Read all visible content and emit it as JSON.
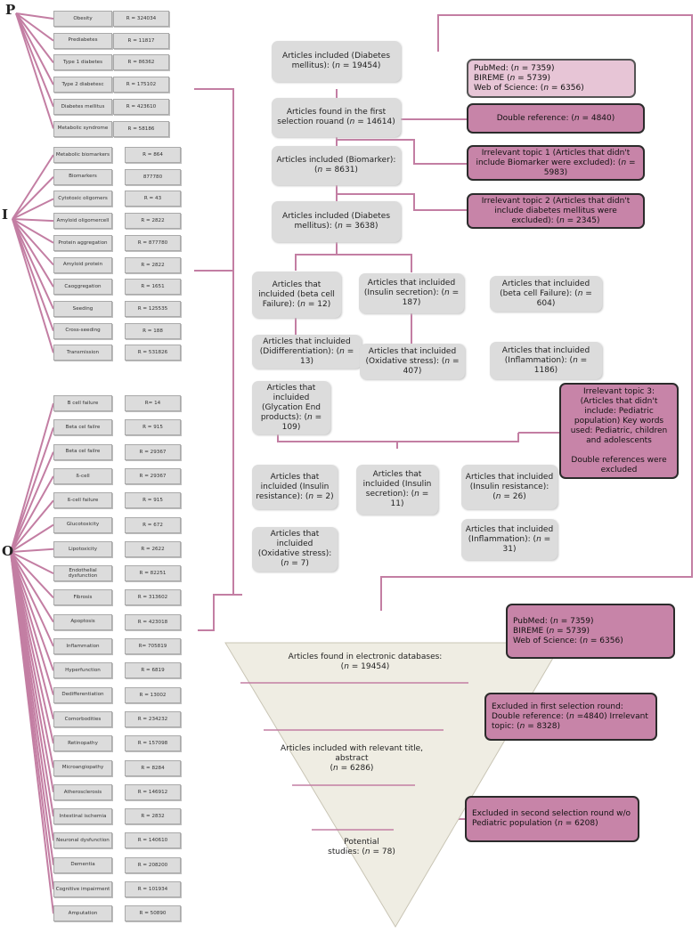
{
  "section_letters": {
    "p": "P",
    "i": "I",
    "o": "O"
  },
  "terms": [
    {
      "term": "Obesity",
      "count": "R = 324034"
    },
    {
      "term": "Prediabetes",
      "count": "R = 11817"
    },
    {
      "term": "Type 1 diabetes",
      "count": "R = 86362"
    },
    {
      "term": "Type 2 diabetesc",
      "count": "R = 175102"
    },
    {
      "term": "Diabetes mellitus",
      "count": "R = 423610"
    },
    {
      "term": "Metabolic syndrome",
      "count": "R = 58186"
    },
    {
      "term": "Metabolic biomarkers",
      "count": "R = 864"
    },
    {
      "term": "Biomarkers",
      "count": "877780"
    },
    {
      "term": "Cytotoxic oligomers",
      "count": "R = 43"
    },
    {
      "term": "Amyloid oligomercell",
      "count": "R = 2822"
    },
    {
      "term": "Protein aggregation",
      "count": "R = 877780"
    },
    {
      "term": "Amyloid protein",
      "count": "R = 2822"
    },
    {
      "term": "Caoggregation",
      "count": "R = 1651"
    },
    {
      "term": "Seeding",
      "count": "R = 125535"
    },
    {
      "term": "Cross-seeding",
      "count": "R = 188"
    },
    {
      "term": "Transmission",
      "count": "R = 531826"
    },
    {
      "term": "B cell failure",
      "count": "R= 14"
    },
    {
      "term": "Beta cel failre",
      "count": "R = 915"
    },
    {
      "term": "Beta cel failre",
      "count": "R = 29367"
    },
    {
      "term": "ß-cell",
      "count": "R = 29367"
    },
    {
      "term": "ß-cell failure",
      "count": "R = 915"
    },
    {
      "term": "Glucotoxicity",
      "count": "R = 672"
    },
    {
      "term": "Lipotoxicity",
      "count": "R = 2622"
    },
    {
      "term": "Endothelial dysfunction",
      "count": "R = 82251"
    },
    {
      "term": "Fibrosis",
      "count": "R = 313602"
    },
    {
      "term": "Apoptosis",
      "count": "R = 423018"
    },
    {
      "term": "Inflammation",
      "count": "R= 705819"
    },
    {
      "term": "Hyperfunction",
      "count": "R = 6819"
    },
    {
      "term": "Dedifferentiation",
      "count": "R = 13002"
    },
    {
      "term": "Comorbodities",
      "count": "R = 234232"
    },
    {
      "term": "Retinopathy",
      "count": "R = 157098"
    },
    {
      "term": "Microangiopathy",
      "count": "R = 8284"
    },
    {
      "term": "Atherosclerosis",
      "count": "R = 146912"
    },
    {
      "term": "Intestinal ischemia",
      "count": "R = 2832"
    },
    {
      "term": "Neuronal dysfunction",
      "count": "R = 140610"
    },
    {
      "term": "Dementia",
      "count": "R = 208200"
    },
    {
      "term": "Cognitive impairment",
      "count": "R = 101934"
    },
    {
      "term": "Amputation",
      "count": "R = 50890"
    }
  ],
  "flow": {
    "s1a": "Articles included (Diabetes mellitus): (",
    "s1b": " = 19454)",
    "s2a": "Articles found in the first selection rouand (",
    "s2b": " = 14614)",
    "s3a": "Articles included (Biomarker): (",
    "s3b": " = 8631)",
    "s4a": "Articles included (Diabetes mellitus): (",
    "s4b": " = 3638)",
    "b1a": "Articles that incluided (beta cell Failure): (",
    "b1b": " = 12)",
    "b2a": "Articles that incluided (Insulin secretion): (",
    "b2b": " = 187)",
    "b3a": "Articles that incluided (beta cell Failure): (",
    "b3b": " = 604)",
    "b4a": "Articles that incluided (Didifferentiation): (",
    "b4b": " = 13)",
    "b5a": "Articles that incluided (Oxidative stress): (",
    "b5b": " = 407)",
    "b6a": "Articles that incluided (Inflammation): (",
    "b6b": " = 1186)",
    "b7a": "Articles that incluided (Glycation End products): (",
    "b7b": " = 109)",
    "c1a": "Articles that incluided (Insulin resistance): (",
    "c1b": " = 2)",
    "c2a": "Articles that incluided (Insulin secretion): (",
    "c2b": " = 11)",
    "c3a": "Articles that incluided (Insulin resistance): (",
    "c3b": " = 26)",
    "c4a": "Articles that incluided (Oxidative stress): (",
    "c4b": " = 7)",
    "c5a": "Articles that incluided (Inflammation): (",
    "c5b": " = 31)"
  },
  "right": {
    "db1a": "PubMed: (",
    "db1b": " = 7359)",
    "db2a": "BIREME (",
    "db2b": " = 5739)",
    "db3a": "Web of Science: (",
    "db3b": " = 6356)",
    "dr_a": "Double reference: (",
    "dr_b": " = 4840)",
    "it1_a": "Irrelevant topic 1 (Articles that didn't include Biomarker were excluded): (",
    "it1_b": " = 5983)",
    "it2_a": "Irrelevant topic 2 (Articles that didn't include diabetes mellitus were excluded): (",
    "it2_b": " = 2345)",
    "it3_text": "Irrelevant topic 3: (Articles that didn't include: Pediatric population) Key words used: Pediatric, children and adolescents",
    "it3_text2": "Double references were excluded",
    "db4a": "PubMed: (",
    "db4b": " = 7359)",
    "db5a": "BIREME (",
    "db5b": " = 5739)",
    "db6a": "Web of Science: (",
    "db6b": " = 6356)",
    "ex1_a": "Excluded in first selection round: Double reference: (",
    "ex1_b": " =4840) Irrelevant topic: (",
    "ex1_c": " = 8328)",
    "ex2_a": "Excluded in second selection round w/o Pediatric population (",
    "ex2_b": " = 6208)"
  },
  "funnel": {
    "f1a": "Articles found in electronic databases:",
    "f1b": "(",
    "f1c": " = 19454)",
    "f2a": "Articles included with relevant title, abstract",
    "f2b": "(",
    "f2c": " = 6286)",
    "f3a": "Potential",
    "f3b": "studies: (",
    "f3c": " = 78)"
  },
  "n_symbol": "n",
  "colors": {
    "connector": "#c37ea3",
    "pink_box": "#c784a8",
    "pink_light": "#e7c5d6",
    "gray_box": "#dcdcdc",
    "funnel": "#efede3"
  }
}
